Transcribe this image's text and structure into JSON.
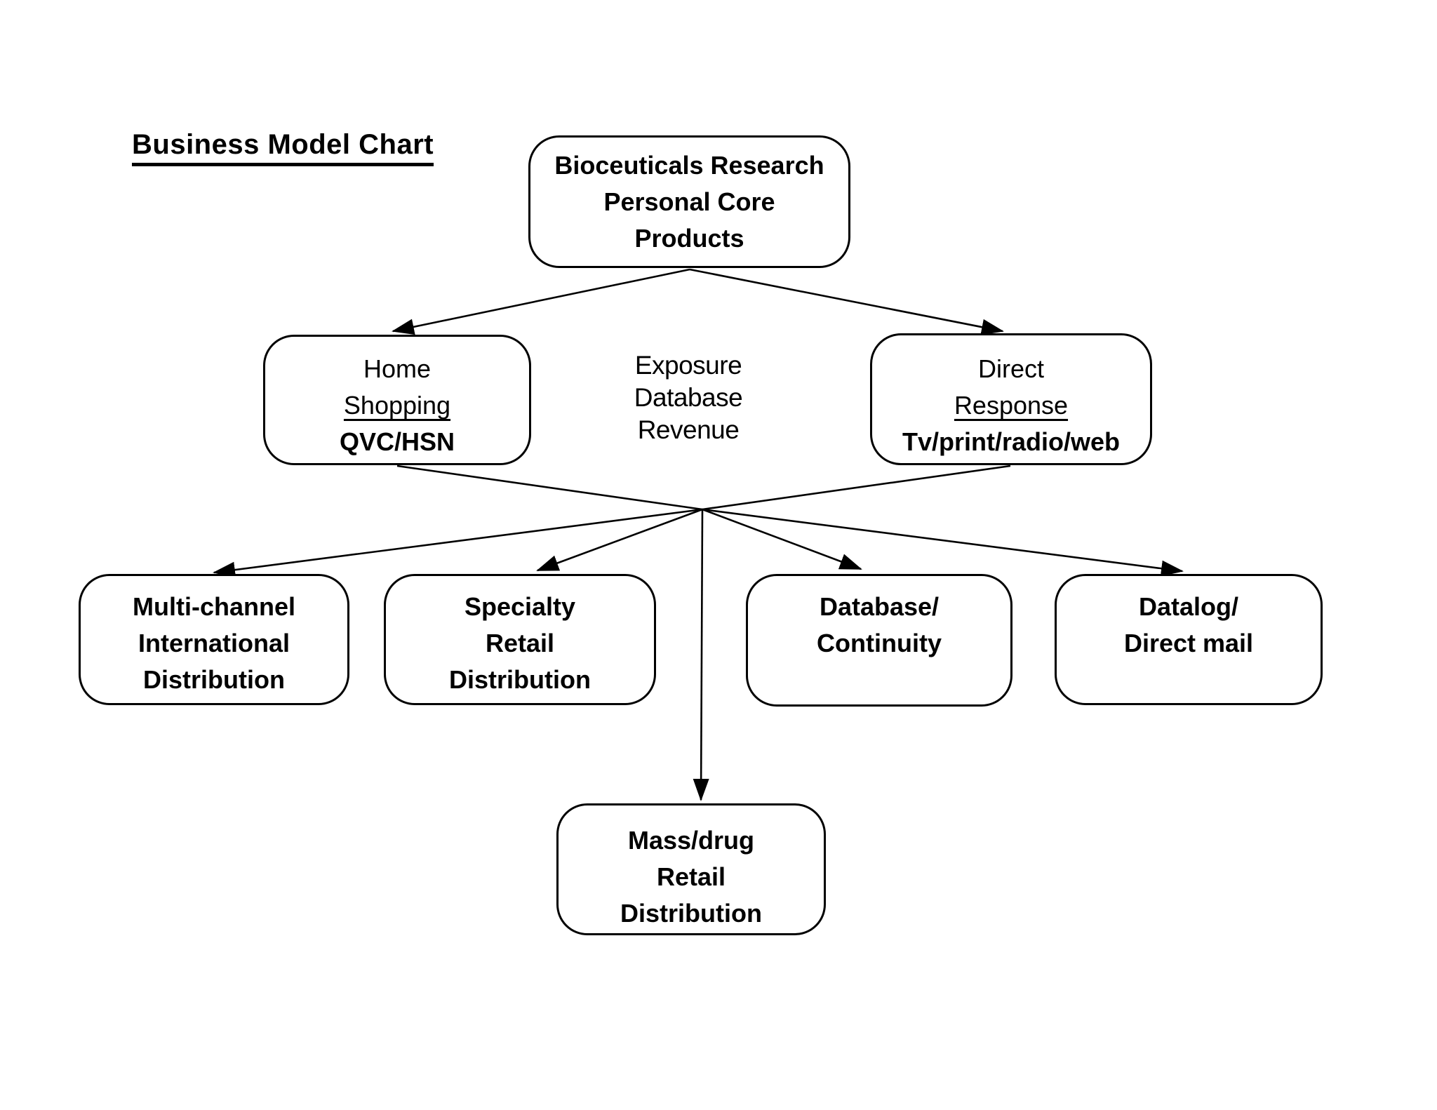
{
  "page_title": "Business Model Chart",
  "diagram": {
    "nodes": {
      "bioceuticals": {
        "lines": [
          "Bioceuticals Research",
          "Personal Core",
          "Products"
        ]
      },
      "home_shopping": {
        "lines": [
          "Home",
          "Shopping",
          "QVC/HSN"
        ]
      },
      "direct_response": {
        "lines": [
          "Direct",
          "Response",
          "Tv/print/radio/web"
        ]
      },
      "multi_channel": {
        "lines": [
          "Multi-channel",
          "International",
          "Distribution"
        ]
      },
      "specialty_retail": {
        "lines": [
          "Specialty",
          "Retail",
          "Distribution"
        ]
      },
      "database_continuity": {
        "lines": [
          "Database/",
          "Continuity"
        ]
      },
      "datalog_direct_mail": {
        "lines": [
          "Datalog/",
          "Direct mail"
        ]
      },
      "mass_drug_retail": {
        "lines": [
          "Mass/drug",
          "Retail",
          "Distribution"
        ]
      },
      "exposure_note": {
        "lines": [
          "Exposure",
          "Database",
          "Revenue"
        ]
      }
    },
    "edges": [
      {
        "from": "bioceuticals",
        "to": "home_shopping",
        "arrow": true
      },
      {
        "from": "bioceuticals",
        "to": "direct_response",
        "arrow": true
      },
      {
        "from": "home_shopping",
        "to": "junction",
        "arrow": false
      },
      {
        "from": "direct_response",
        "to": "junction",
        "arrow": false
      },
      {
        "from": "junction",
        "to": "multi_channel",
        "arrow": true
      },
      {
        "from": "junction",
        "to": "specialty_retail",
        "arrow": true
      },
      {
        "from": "junction",
        "to": "mass_drug_retail",
        "arrow": true
      },
      {
        "from": "junction",
        "to": "database_continuity",
        "arrow": true
      },
      {
        "from": "junction",
        "to": "datalog_direct_mail",
        "arrow": true
      }
    ],
    "colors": {
      "background": "#ffffff",
      "line": "#000000",
      "box_border": "#000000",
      "box_fill": "#ffffff",
      "text": "#000000"
    }
  }
}
